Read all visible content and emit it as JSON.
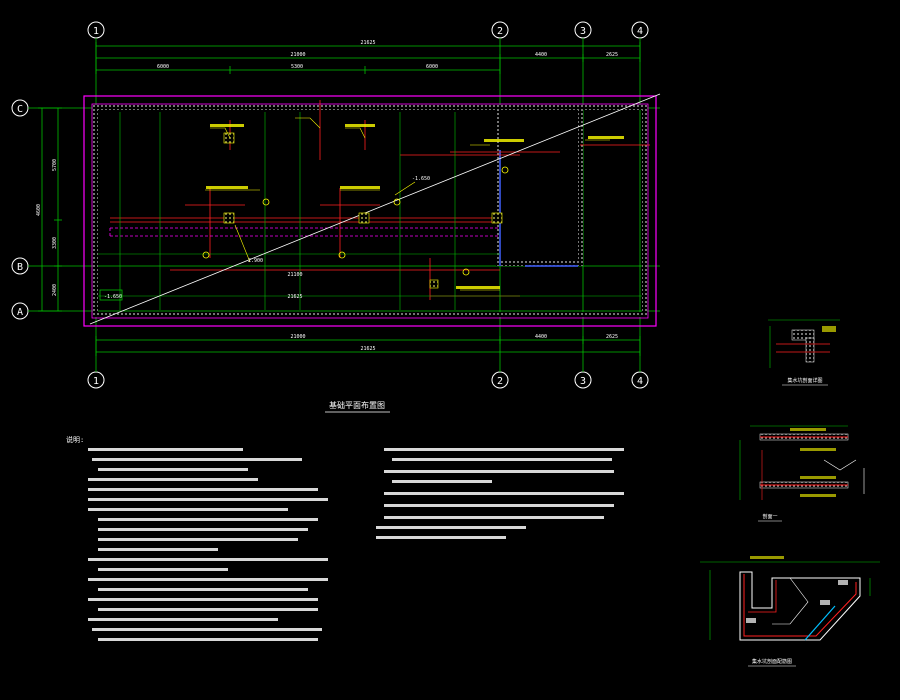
{
  "drawing": {
    "plan_title": "基础平面布置图",
    "notes_heading": "说明:",
    "detail_titles": [
      "集水坑剖面详图",
      "剖面一",
      "集水坑剖面配筋图"
    ]
  },
  "grid": {
    "columns": [
      "1",
      "2",
      "3",
      "4"
    ],
    "rows": [
      "C",
      "B",
      "A"
    ]
  },
  "dimensions": {
    "top_total": "21625",
    "top_span_a": "21000",
    "top_span_b": "4400",
    "top_span_c": "2625",
    "top_sub_1": "6000",
    "top_sub_2": "5300",
    "top_sub_3": "6000",
    "bottom_total": "21625",
    "bottom_span_a": "21000",
    "bottom_span_b": "4400",
    "bottom_span_c": "2625",
    "left_total": "4600",
    "left_sub_1": "5700",
    "left_sub_2": "3300",
    "left_sub_3": "2400",
    "inner_dim_1": "21625",
    "inner_dim_2": "21100",
    "elev_1": "-1.650",
    "elev_2": "-1.650",
    "elev_3": "-2.900"
  },
  "colors": {
    "background": "#000000",
    "grid_line": "#00c000",
    "wall": "#ff00ff",
    "dim": "#00c000",
    "text_white": "#ffffff",
    "rebar_red": "#ff2020",
    "hatch": "#c8c8c8",
    "accent_blue": "#4060ff",
    "callout_yellow": "#ffff00"
  }
}
